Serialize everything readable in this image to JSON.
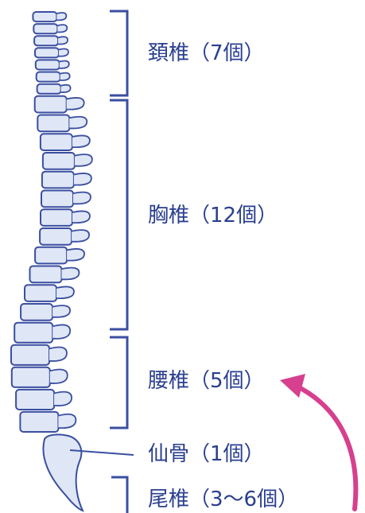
{
  "colors": {
    "bone_fill": "#dfe6f6",
    "bone_outline": "#3a4fa0",
    "bracket": "#3a4fa0",
    "label_text": "#2a3f8f",
    "arrow": "#d6408e"
  },
  "labels": {
    "cervical": "頚椎（7個）",
    "thoracic": "胸椎（12個）",
    "lumbar": "腰椎（5個）",
    "sacrum": "仙骨（1個）",
    "coccyx": "尾椎（3〜6個）"
  },
  "segments": {
    "cervical_count": 7,
    "thoracic_count": 12,
    "lumbar_count": 5
  },
  "icons": {
    "arrow": "curved-arrow-icon"
  }
}
